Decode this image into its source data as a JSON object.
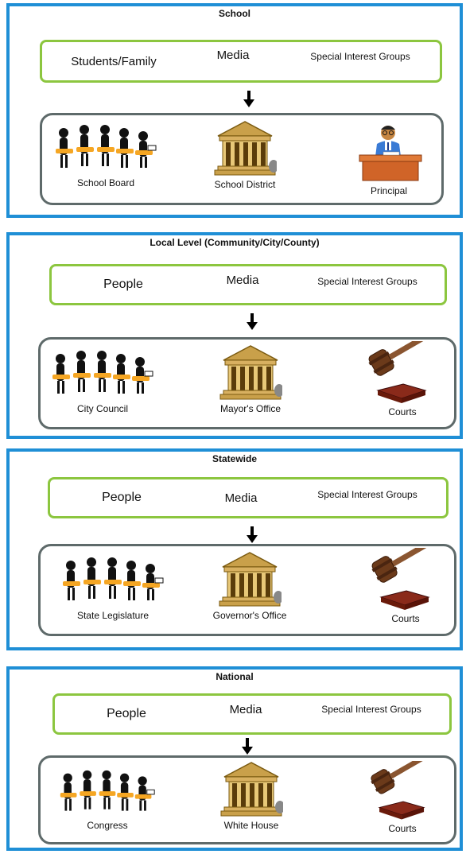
{
  "levels": [
    {
      "title": "School",
      "actors": [
        "Students/Family",
        "Media",
        "Special Interest Groups"
      ],
      "branches": [
        {
          "label": "School Board",
          "icon": "group-people-icon"
        },
        {
          "label": "School District",
          "icon": "building-icon"
        },
        {
          "label": "Principal",
          "icon": "person-at-desk-icon"
        }
      ]
    },
    {
      "title": "Local Level (Community/City/County)",
      "actors": [
        "People",
        "Media",
        "Special Interest Groups"
      ],
      "branches": [
        {
          "label": "City Council",
          "icon": "group-people-icon"
        },
        {
          "label": "Mayor's Office",
          "icon": "building-icon"
        },
        {
          "label": "Courts",
          "icon": "gavel-icon"
        }
      ]
    },
    {
      "title": "Statewide",
      "actors": [
        "People",
        "Media",
        "Special Interest Groups"
      ],
      "branches": [
        {
          "label": "State Legislature",
          "icon": "group-people-icon"
        },
        {
          "label": "Governor's Office",
          "icon": "building-icon"
        },
        {
          "label": "Courts",
          "icon": "gavel-icon"
        }
      ]
    },
    {
      "title": "National",
      "actors": [
        "People",
        "Media",
        "Special Interest Groups"
      ],
      "branches": [
        {
          "label": "Congress",
          "icon": "group-people-icon"
        },
        {
          "label": "White House",
          "icon": "building-icon"
        },
        {
          "label": "Courts",
          "icon": "gavel-icon"
        }
      ]
    }
  ],
  "colors": {
    "panel_border": "#1f8fd6",
    "actor_border": "#8cc63f",
    "gov_border": "#5e6a6a"
  }
}
